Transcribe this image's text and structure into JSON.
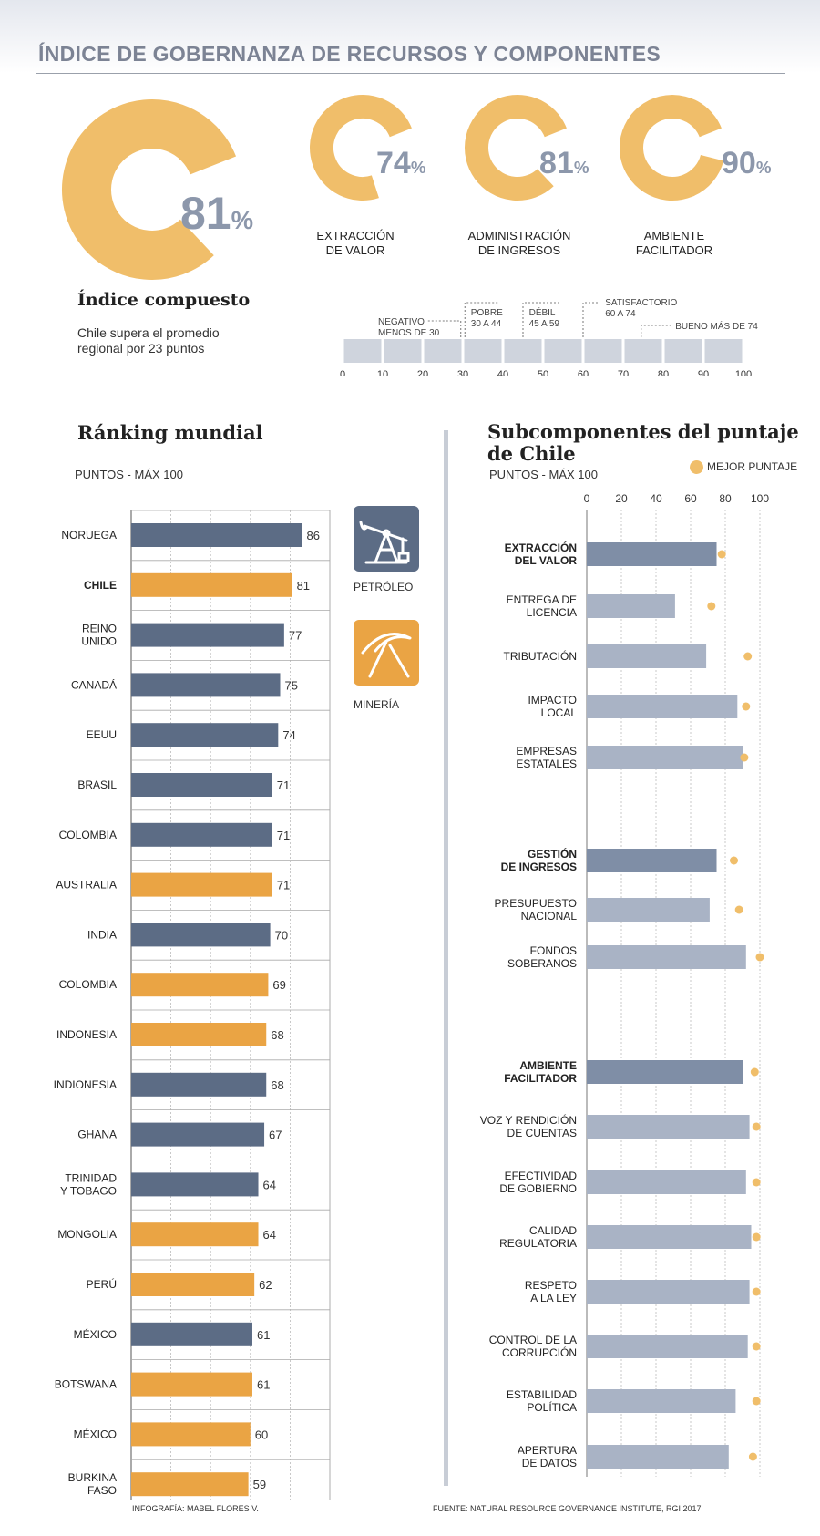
{
  "header": {
    "title": "ÍNDICE DE GOBERNANZA DE RECURSOS Y COMPONENTES"
  },
  "colors": {
    "orange": "#EAA444",
    "light_orange": "#F0BE6A",
    "navy": "#5C6C85",
    "slate": "#7F8EA6",
    "light_slate": "#A9B3C5",
    "gray_text": "#8C97AB"
  },
  "donuts": [
    {
      "value": 81,
      "label_line1": "Índice compuesto",
      "label_line2": ""
    },
    {
      "value": 74,
      "label_line1": "EXTRACCIÓN",
      "label_line2": "DE VALOR"
    },
    {
      "value": 81,
      "label_line1": "ADMINISTRACIÓN",
      "label_line2": "DE INGRESOS"
    },
    {
      "value": 90,
      "label_line1": "AMBIENTE",
      "label_line2": "FACILITADOR"
    }
  ],
  "percent_sign": "%",
  "composite": {
    "heading": "Índice compuesto",
    "text_line1": "Chile supera el promedio",
    "text_line2": "regional por 23 puntos"
  },
  "scale": {
    "ticks": [
      "0",
      "10",
      "20",
      "30",
      "40",
      "50",
      "60",
      "70",
      "80",
      "90",
      "100"
    ],
    "bands": [
      {
        "line1": "NEGATIVO",
        "line2": "MENOS DE 30"
      },
      {
        "line1": "POBRE",
        "line2": "30 A 44"
      },
      {
        "line1": "DÉBIL",
        "line2": "45 A 59"
      },
      {
        "line1": "SATISFACTORIO",
        "line2": "60 A 74"
      },
      {
        "line1": "BUENO MÁS DE 74",
        "line2": ""
      }
    ]
  },
  "ranking": {
    "title": "Ránking mundial",
    "subtitle": "PUNTOS - MÁX 100"
  },
  "legend_icons": {
    "oil": "PETRÓLEO",
    "mining": "MINERÍA"
  },
  "subcomponents": {
    "title_line1": "Subcomponentes del puntaje",
    "title_line2": "de Chile",
    "subtitle": "PUNTOS - MÁX 100",
    "legend_label": "MEJOR PUNTAJE"
  },
  "footer": {
    "credit": "INFOGRAFÍA: MABEL FLORES V.",
    "source": "FUENTE: NATURAL RESOURCE GOVERNANCE INSTITUTE, RGI 2017"
  },
  "chart_data": [
    {
      "type": "bar",
      "title": "Ránking mundial",
      "ylabel": "PUNTOS - MÁX 100",
      "xlim": [
        0,
        100
      ],
      "grid": true,
      "categories": [
        {
          "line1": "NORUEGA",
          "line2": "",
          "sector": "oil",
          "bold": false
        },
        {
          "line1": "CHILE",
          "line2": "",
          "sector": "mining",
          "bold": true
        },
        {
          "line1": "REINO",
          "line2": "UNIDO",
          "sector": "oil",
          "bold": false
        },
        {
          "line1": "CANADÁ",
          "line2": "",
          "sector": "oil",
          "bold": false
        },
        {
          "line1": "EEUU",
          "line2": "",
          "sector": "oil",
          "bold": false
        },
        {
          "line1": "BRASIL",
          "line2": "",
          "sector": "oil",
          "bold": false
        },
        {
          "line1": "COLOMBIA",
          "line2": "",
          "sector": "oil",
          "bold": false
        },
        {
          "line1": "AUSTRALIA",
          "line2": "",
          "sector": "mining",
          "bold": false
        },
        {
          "line1": "INDIA",
          "line2": "",
          "sector": "oil",
          "bold": false
        },
        {
          "line1": "COLOMBIA",
          "line2": "",
          "sector": "mining",
          "bold": false
        },
        {
          "line1": "INDONESIA",
          "line2": "",
          "sector": "mining",
          "bold": false
        },
        {
          "line1": "INDIONESIA",
          "line2": "",
          "sector": "oil",
          "bold": false
        },
        {
          "line1": "GHANA",
          "line2": "",
          "sector": "oil",
          "bold": false
        },
        {
          "line1": "TRINIDAD",
          "line2": "Y TOBAGO",
          "sector": "oil",
          "bold": false
        },
        {
          "line1": "MONGOLIA",
          "line2": "",
          "sector": "mining",
          "bold": false
        },
        {
          "line1": "PERÚ",
          "line2": "",
          "sector": "mining",
          "bold": false
        },
        {
          "line1": "MÉXICO",
          "line2": "",
          "sector": "oil",
          "bold": false
        },
        {
          "line1": "BOTSWANA",
          "line2": "",
          "sector": "mining",
          "bold": false
        },
        {
          "line1": "MÉXICO",
          "line2": "",
          "sector": "mining",
          "bold": false
        },
        {
          "line1": "BURKINA",
          "line2": "FASO",
          "sector": "mining",
          "bold": false
        }
      ],
      "values": [
        86,
        81,
        77,
        75,
        74,
        71,
        71,
        71,
        70,
        69,
        68,
        68,
        67,
        64,
        64,
        62,
        61,
        61,
        60,
        59
      ]
    },
    {
      "type": "bar",
      "title": "Subcomponentes del puntaje de Chile",
      "ylabel": "PUNTOS - MÁX 100",
      "xlim": [
        0,
        100
      ],
      "x_ticks": [
        "0",
        "20",
        "40",
        "60",
        "80",
        "100"
      ],
      "grid": true,
      "series": [
        {
          "name": "Chile",
          "values": [
            75,
            51,
            69,
            87,
            90,
            75,
            71,
            92,
            90,
            94,
            92,
            95,
            94,
            93,
            86,
            82
          ]
        },
        {
          "name": "MEJOR PUNTAJE",
          "values": [
            78,
            72,
            93,
            92,
            91,
            85,
            88,
            100,
            97,
            98,
            98,
            98,
            98,
            98,
            98,
            96
          ]
        }
      ],
      "categories": [
        {
          "line1": "EXTRACCIÓN",
          "line2": "DEL VALOR",
          "bold": true
        },
        {
          "line1": "ENTREGA DE",
          "line2": "LICENCIA",
          "bold": false
        },
        {
          "line1": "TRIBUTACIÓN",
          "line2": "",
          "bold": false
        },
        {
          "line1": "IMPACTO",
          "line2": "LOCAL",
          "bold": false
        },
        {
          "line1": "EMPRESAS",
          "line2": "ESTATALES",
          "bold": false
        },
        {
          "line1": "GESTIÓN",
          "line2": "DE INGRESOS",
          "bold": true
        },
        {
          "line1": "PRESUPUESTO",
          "line2": "NACIONAL",
          "bold": false
        },
        {
          "line1": "FONDOS",
          "line2": "SOBERANOS",
          "bold": false
        },
        {
          "line1": "AMBIENTE",
          "line2": "FACILITADOR",
          "bold": true
        },
        {
          "line1": "VOZ Y RENDICIÓN",
          "line2": "DE CUENTAS",
          "bold": false
        },
        {
          "line1": "EFECTIVIDAD",
          "line2": "DE GOBIERNO",
          "bold": false
        },
        {
          "line1": "CALIDAD",
          "line2": "REGULATORIA",
          "bold": false
        },
        {
          "line1": "RESPETO",
          "line2": "A LA LEY",
          "bold": false
        },
        {
          "line1": "CONTROL DE LA",
          "line2": "CORRUPCIÓN",
          "bold": false
        },
        {
          "line1": "ESTABILIDAD",
          "line2": "POLÍTICA",
          "bold": false
        },
        {
          "line1": "APERTURA",
          "line2": "DE DATOS",
          "bold": false
        }
      ]
    }
  ]
}
